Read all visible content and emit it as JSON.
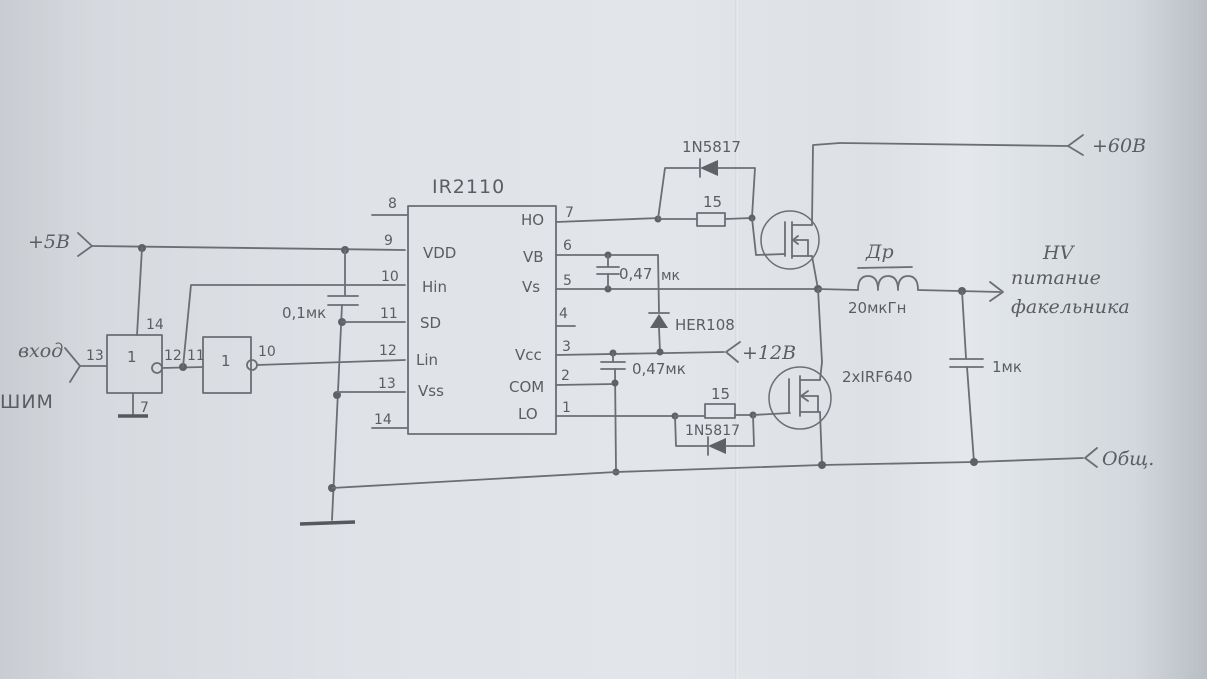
{
  "schematic": {
    "ic": {
      "name": "IR2110",
      "left_pins": [
        {
          "num": "8",
          "label": ""
        },
        {
          "num": "9",
          "label": "VDD"
        },
        {
          "num": "10",
          "label": "Hin"
        },
        {
          "num": "11",
          "label": "SD"
        },
        {
          "num": "12",
          "label": "Lin"
        },
        {
          "num": "13",
          "label": "Vss"
        },
        {
          "num": "14",
          "label": ""
        }
      ],
      "right_pins": [
        {
          "num": "7",
          "label": "HO"
        },
        {
          "num": "6",
          "label": "VB"
        },
        {
          "num": "5",
          "label": "Vs"
        },
        {
          "num": "4",
          "label": ""
        },
        {
          "num": "3",
          "label": "Vcc"
        },
        {
          "num": "2",
          "label": "COM"
        },
        {
          "num": "1",
          "label": "LO"
        }
      ]
    },
    "inverters": [
      {
        "symbol": "1",
        "in_pin": "13",
        "out_pin": "12",
        "vcc_pin": "14",
        "gnd_pin": "7"
      },
      {
        "symbol": "1",
        "in_pin": "11",
        "out_pin": "10"
      }
    ],
    "ports": {
      "plus5v": "+5В",
      "input_line1": "вход",
      "input_line2": "ШИМ",
      "plus12v": "+12В",
      "plus60v": "+60В",
      "common": "Общ."
    },
    "components": {
      "c_vdd": "0,1мк",
      "c_boot": "0,47",
      "c_boot_unit": "мк",
      "c_vcc": "0,47мк",
      "d_boot": "HER108",
      "d_high": "1N5817",
      "r_high": "15",
      "d_low": "1N5817",
      "r_low": "15",
      "inductor_name": "Др",
      "inductor_value": "20мкГн",
      "mosfets": "2хIRF640",
      "c_out": "1мк"
    },
    "output": {
      "line1": "HV",
      "line2": "питание",
      "line3": "факельника"
    }
  }
}
